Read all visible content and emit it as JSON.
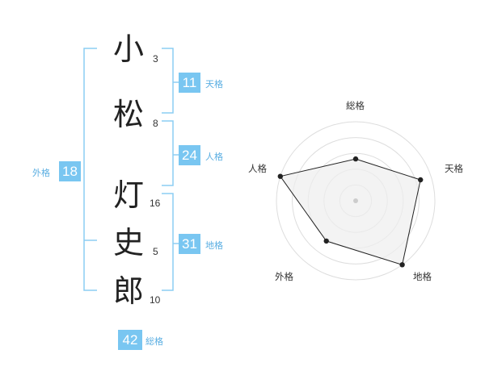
{
  "name": {
    "chars": [
      {
        "char": "小",
        "strokes": "3"
      },
      {
        "char": "松",
        "strokes": "8"
      },
      {
        "char": "灯",
        "strokes": "16"
      },
      {
        "char": "史",
        "strokes": "5"
      },
      {
        "char": "郎",
        "strokes": "10"
      }
    ]
  },
  "fortune": {
    "ten": {
      "value": "11",
      "label": "天格"
    },
    "jin": {
      "value": "24",
      "label": "人格"
    },
    "chi": {
      "value": "31",
      "label": "地格"
    },
    "gai": {
      "value": "18",
      "label": "外格"
    },
    "sou": {
      "value": "42",
      "label": "総格"
    }
  },
  "colors": {
    "accent": "#79c6f1",
    "bracket": "#8ccdf3",
    "radar_fill": "#eeeeee",
    "radar_stroke": "#222222"
  },
  "chart_data": {
    "type": "radar",
    "axes": [
      "総格",
      "天格",
      "地格",
      "外格",
      "人格"
    ],
    "values": [
      0.53,
      0.86,
      1.0,
      0.63,
      1.0
    ],
    "range": [
      0,
      1
    ],
    "rings": 5
  }
}
